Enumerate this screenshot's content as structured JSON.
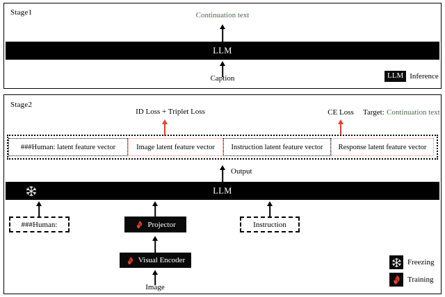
{
  "figure": {
    "stage1": {
      "label": "Stage1",
      "output_text": "Continuation text",
      "model_label": "LLM",
      "input_text": "Caption",
      "legend": {
        "chip_label": "LLM",
        "chip_text": "Inference"
      }
    },
    "stage2": {
      "label": "Stage2",
      "loss_left": "ID Loss + Triplet Loss",
      "loss_right": "CE Loss",
      "target_prefix": "Target:",
      "target_value": "Continuation text",
      "vector_cells": [
        {
          "text": "###Human: latent feature vector",
          "border": "black"
        },
        {
          "text": "Image latent feature vector",
          "border": "red"
        },
        {
          "text": "Instruction latent feature vector",
          "border": "black"
        },
        {
          "text": "Response latent feature vector",
          "border": "red"
        }
      ],
      "output_label": "Output",
      "model_label": "LLM",
      "model_state_icon": "snowflake-icon",
      "token_boxes": [
        {
          "text": "###Human:"
        },
        {
          "text": "Instruction"
        }
      ],
      "projector": {
        "label": "Projector",
        "icon": "flame-icon"
      },
      "visual_encoder": {
        "label": "Visual Encoder",
        "icon": "flame-icon"
      },
      "image_label": "Image",
      "legend": [
        {
          "icon": "snowflake-icon",
          "text": "Freezing"
        },
        {
          "icon": "flame-icon",
          "text": "Training"
        }
      ]
    }
  },
  "colors": {
    "red_accent": "#e8412e",
    "red_border": "#e8715e",
    "green_text": "#4a6a4a",
    "black": "#000000"
  }
}
